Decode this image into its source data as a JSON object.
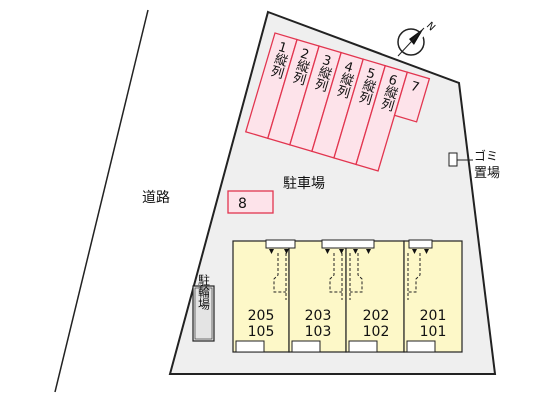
{
  "labels": {
    "road": "道路",
    "parking": "駐車場",
    "bike_parking": "駐輪場",
    "garbage": [
      "ゴミ",
      "置場"
    ],
    "north": "N"
  },
  "parking_spaces": [
    {
      "number": "1",
      "vertical": "縦列"
    },
    {
      "number": "2",
      "vertical": "縦列"
    },
    {
      "number": "3",
      "vertical": "縦列"
    },
    {
      "number": "4",
      "vertical": "縦列"
    },
    {
      "number": "5",
      "vertical": "縦列"
    },
    {
      "number": "6",
      "vertical": "縦列"
    },
    {
      "number": "7",
      "vertical": ""
    }
  ],
  "extra_space": {
    "number": "8"
  },
  "units": [
    {
      "top": "205",
      "bottom": "105"
    },
    {
      "top": "203",
      "bottom": "103"
    },
    {
      "top": "202",
      "bottom": "102"
    },
    {
      "top": "201",
      "bottom": "101"
    }
  ],
  "colors": {
    "lot": "#efefef",
    "parking_fill": "#fde3ea",
    "parking_stroke": "#e2354f",
    "building": "#fdf8c8",
    "outline": "#222222"
  }
}
